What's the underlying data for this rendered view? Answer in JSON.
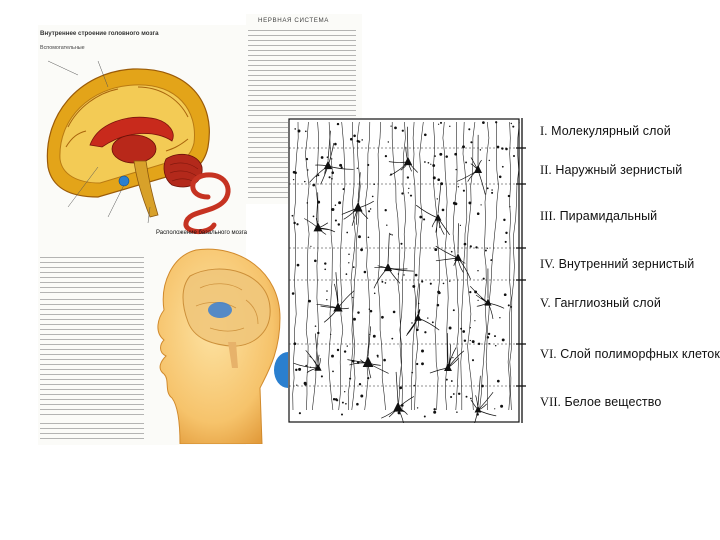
{
  "left_page": {
    "title": "Внутреннее строение головного мозга",
    "section_label": "Вспомогательные",
    "caption_bottom": "Расположение базального мозга"
  },
  "right_page": {
    "heading": "НЕРВНАЯ СИСТЕМА"
  },
  "layers": [
    {
      "num": "I.",
      "label": "Молекулярный слой"
    },
    {
      "num": "II.",
      "label": "Наружный зернистый"
    },
    {
      "num": "III.",
      "label": "Пирамидальный"
    },
    {
      "num": "IV.",
      "label": "Внутренний зернистый"
    },
    {
      "num": "V.",
      "label": "Ганглиозный слой"
    },
    {
      "num": "VI.",
      "label": "Слой полиморфных клеток"
    },
    {
      "num": "VII.",
      "label": "Белое вещество"
    }
  ],
  "colors": {
    "brain_gold": "#e0a21c",
    "brain_red": "#c4281b",
    "head_skin": "#f7c774",
    "accent_blue": "#2a7fcf",
    "ink": "#111111"
  }
}
